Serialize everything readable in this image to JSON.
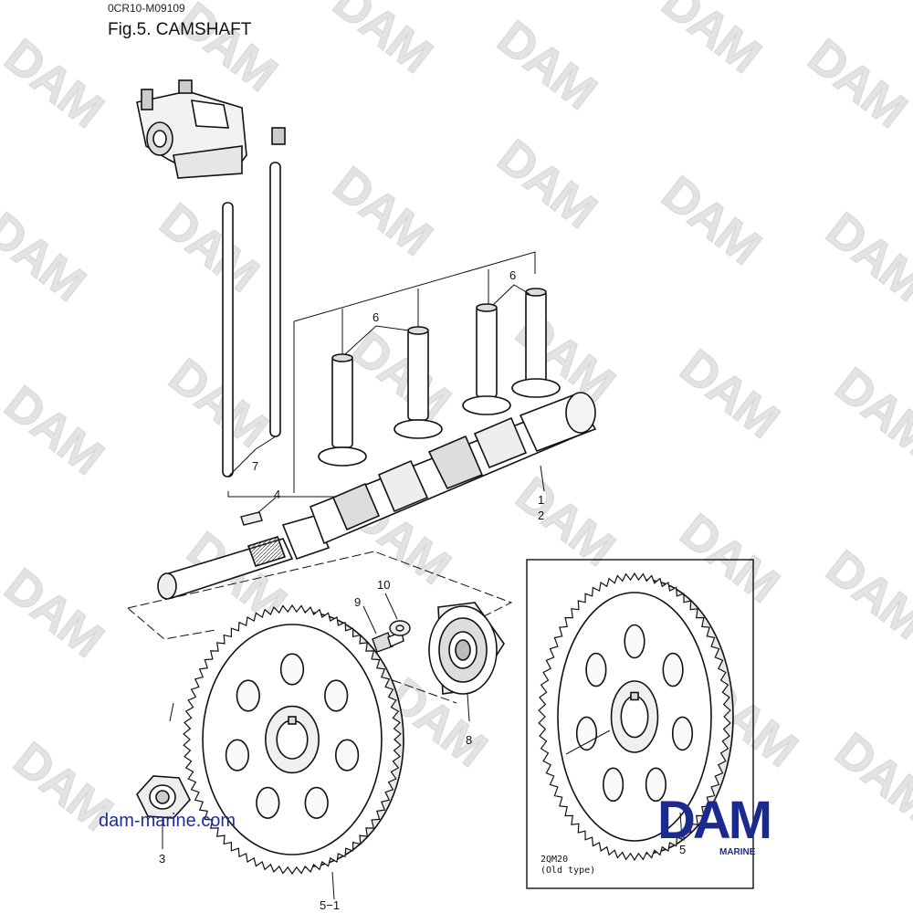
{
  "header": {
    "doc_code": "0CR10-M09109",
    "title": "Fig.5.  CAMSHAFT"
  },
  "watermark": {
    "text": "DAM",
    "color": "#e3e3e3"
  },
  "callouts": {
    "c1": "1",
    "c2": "2",
    "c3": "3",
    "c4": "4",
    "c5": "5",
    "c5_1": "5−1",
    "c6a": "6",
    "c6b": "6",
    "c7": "7",
    "c8": "8",
    "c9": "9",
    "c10": "10"
  },
  "inset": {
    "model": "2QM20",
    "note": "(Old type)"
  },
  "footer": {
    "website": "dam-marine.com",
    "logo_text": "DAM",
    "logo_sub": "MARINE",
    "brand_color": "#1b2a8f"
  }
}
